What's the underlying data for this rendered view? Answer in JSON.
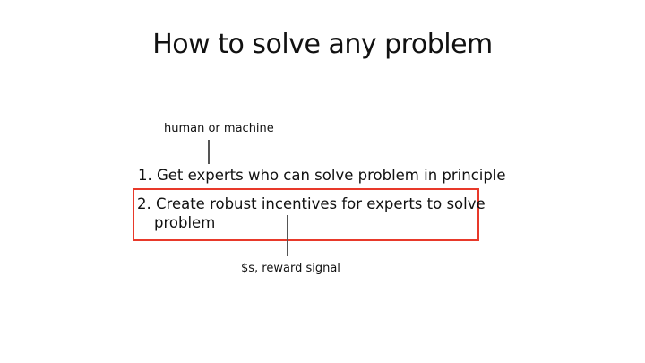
{
  "slide": {
    "title": "How to solve any problem",
    "annotations": {
      "top": "human or machine",
      "bottom": "$s, reward signal"
    },
    "items": [
      {
        "number": "1.",
        "text": "Get experts who can solve problem in principle"
      },
      {
        "number": "2.",
        "text_line1": "Create robust incentives for experts to solve",
        "text_line2": "problem"
      }
    ],
    "highlight_color": "#e8392a"
  }
}
